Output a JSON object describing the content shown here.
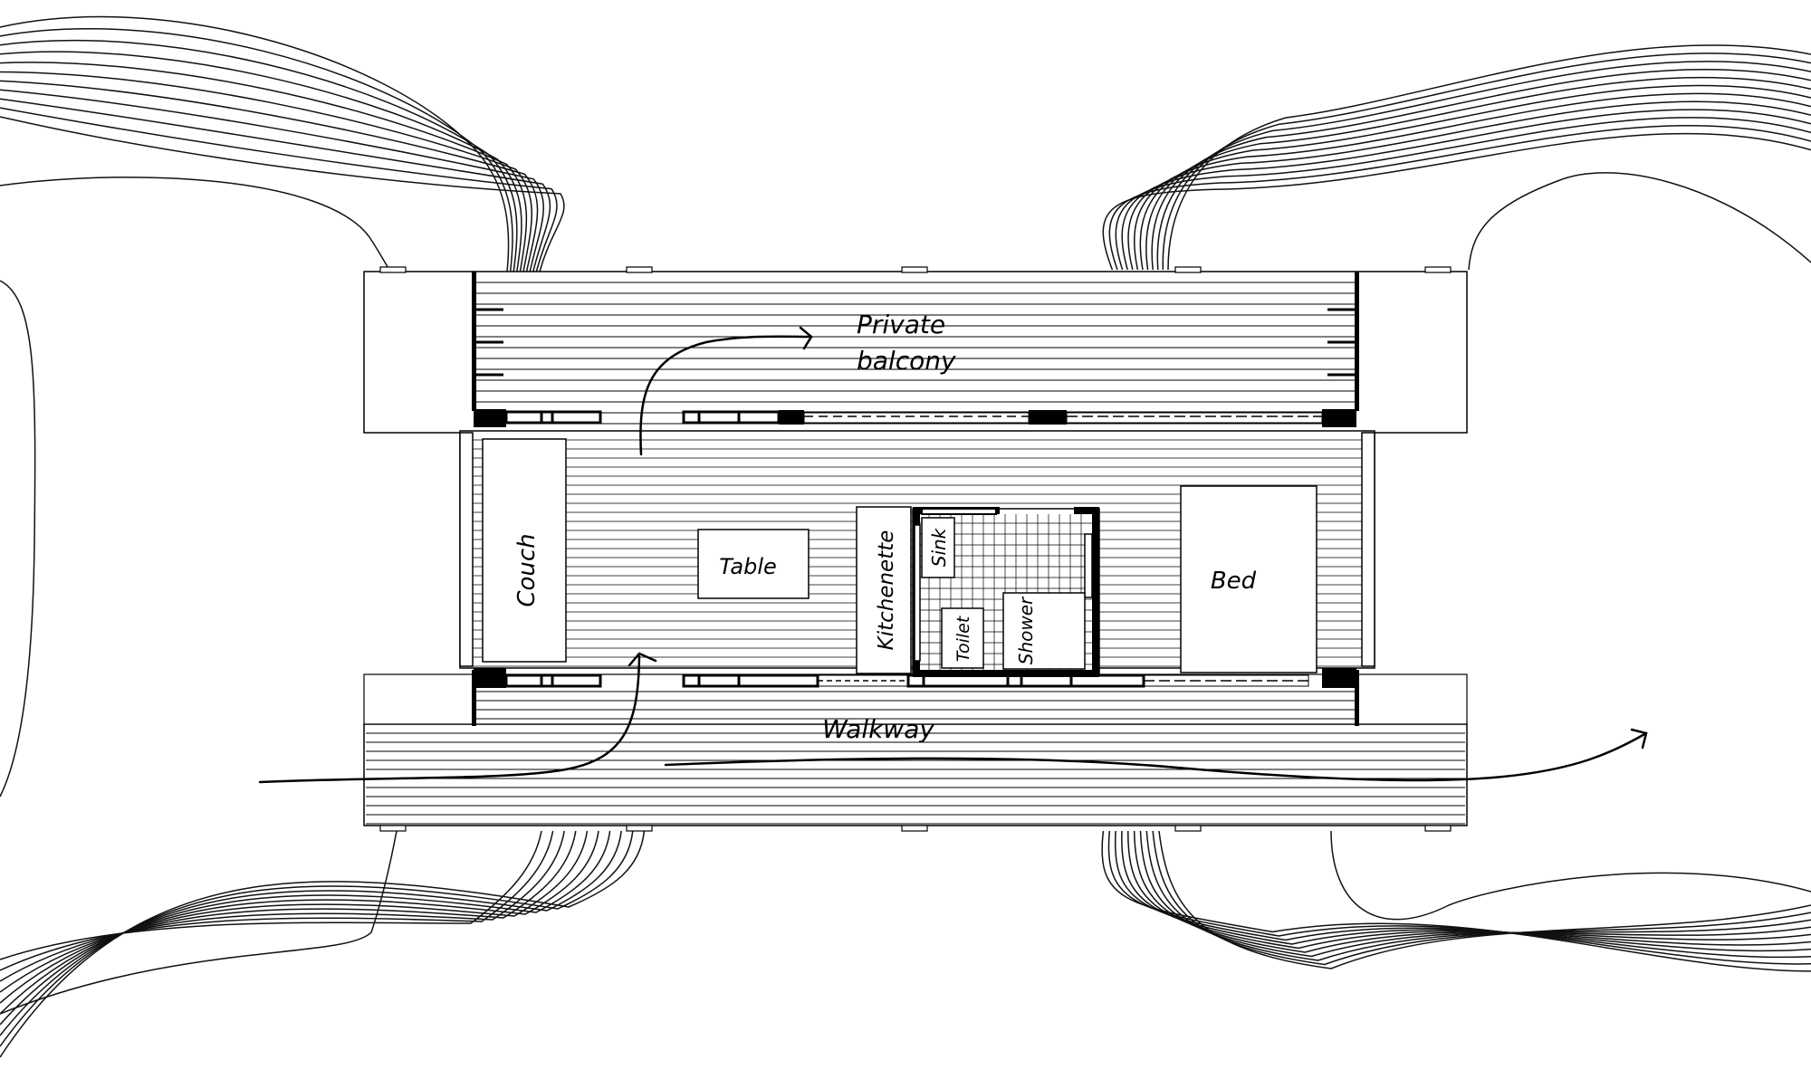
{
  "labels": {
    "balcony_line1": "Private",
    "balcony_line2": "balcony",
    "couch": "Couch",
    "table": "Table",
    "kitchenette": "Kitchenette",
    "sink": "Sink",
    "toilet": "Toilet",
    "shower": "Shower",
    "bed": "Bed",
    "walkway": "Walkway"
  },
  "colors": {
    "ink": "#000000",
    "paper": "#ffffff"
  }
}
